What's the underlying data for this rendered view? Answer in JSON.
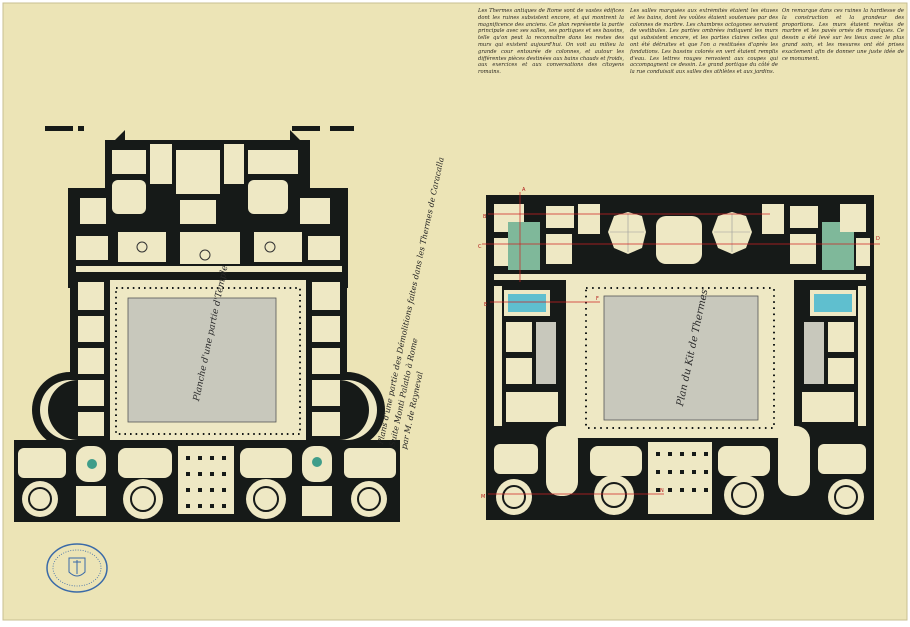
{
  "plans": {
    "left_label": "Planche d'une partie d'Temple",
    "right_label": "Plan du Kit de Thermes"
  },
  "caption": {
    "line1": "Plans d'une partie des Démolitions faites dans les Thermes de Caracalla",
    "line2": "Suite Monti Palatio à Rome",
    "line3": "par M. de Rayneval"
  },
  "manuscript": {
    "col1": "Les Thermes antiques de Rome sont de vastes édifices dont les ruines subsistent encore, et qui montrent la magnificence des anciens. Ce plan représente la partie principale avec ses salles, ses portiques et ses bassins, telle qu'on peut la reconnaître dans les restes des murs qui existent aujourd'hui. On voit au milieu la grande cour entourée de colonnes, et autour les différentes pièces destinées aux bains chauds et froids, aux exercices et aux conversations des citoyens romains.",
    "col2": "Les salles marquées aux extrémités étaient les étuves et les bains, dont les voûtes étaient soutenues par des colonnes de marbre. Les chambres octogones servaient de vestibules. Les parties ombrées indiquent les murs qui subsistent encore, et les parties claires celles qui ont été détruites et que l'on a restituées d'après les fondations. Les bassins colorés en vert étaient remplis d'eau. Les lettres rouges renvoient aux coupes qui accompagnent ce dessin. Le grand portique du côté de la rue conduisait aux salles des athlètes et aux jardins.",
    "col3": "On remarque dans ces ruines la hardiesse de la construction et la grandeur des proportions. Les murs étaient revêtus de marbre et les pavés ornés de mosaïques. Ce dessin a été levé sur les lieux avec le plus grand soin, et les mesures ont été prises exactement afin de donner une juste idée de ce monument."
  },
  "section_letters": [
    "A",
    "B",
    "C",
    "D",
    "E",
    "F",
    "M",
    "N"
  ],
  "colors": {
    "paper": "#ece4b6",
    "wall": "#161a18",
    "room": "#eee8c4",
    "court": "#c8c8bc",
    "basin": "#7fb89a",
    "pool": "#5fbfcf",
    "section_line": "#c22"
  }
}
